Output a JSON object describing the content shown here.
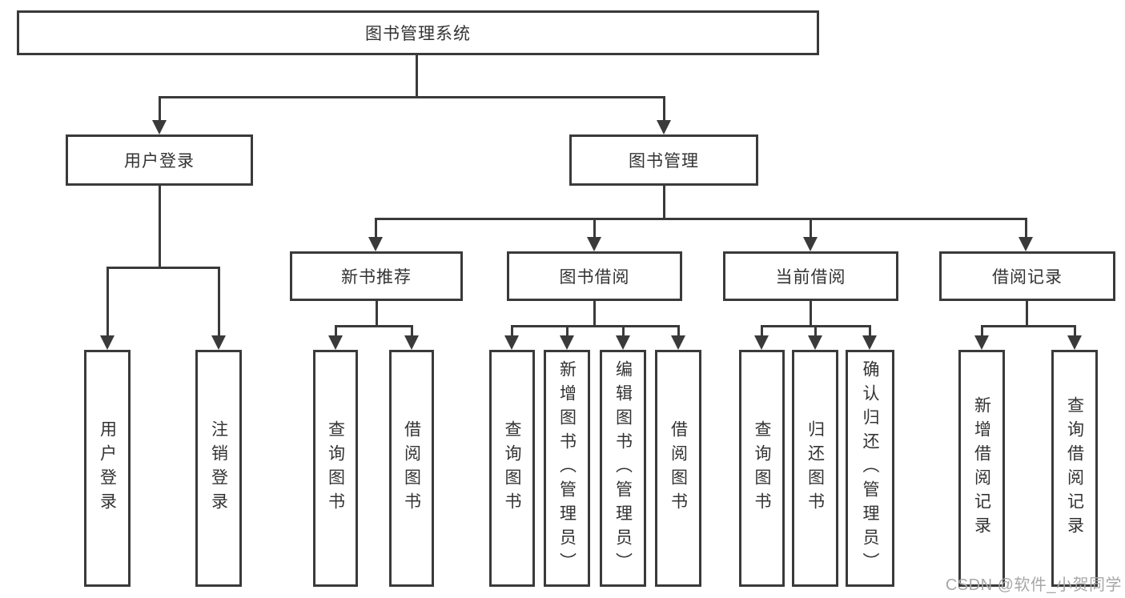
{
  "nodes": {
    "root": "图书管理系统",
    "user_login": "用户登录",
    "book_mgmt": "图书管理",
    "new_books": "新书推荐",
    "book_borrow": "图书借阅",
    "current_borrow": "当前借阅",
    "borrow_records": "借阅记录",
    "user_login_children": [
      "用户登录",
      "注销登录"
    ],
    "new_books_children": [
      "查询图书",
      "借阅图书"
    ],
    "book_borrow_children": [
      "查询图书",
      "新增图书（管理员）",
      "编辑图书（管理员）",
      "借阅图书"
    ],
    "current_borrow_children": [
      "查询图书",
      "归还图书",
      "确认归还（管理员）"
    ],
    "borrow_records_children": [
      "新增借阅记录",
      "查询借阅记录"
    ]
  },
  "watermark": "CSDN @软件_小贺同学",
  "colors": {
    "line": "#3a3a3a",
    "text": "#333333",
    "watermark": "#a7a7a7",
    "background": "#ffffff"
  }
}
